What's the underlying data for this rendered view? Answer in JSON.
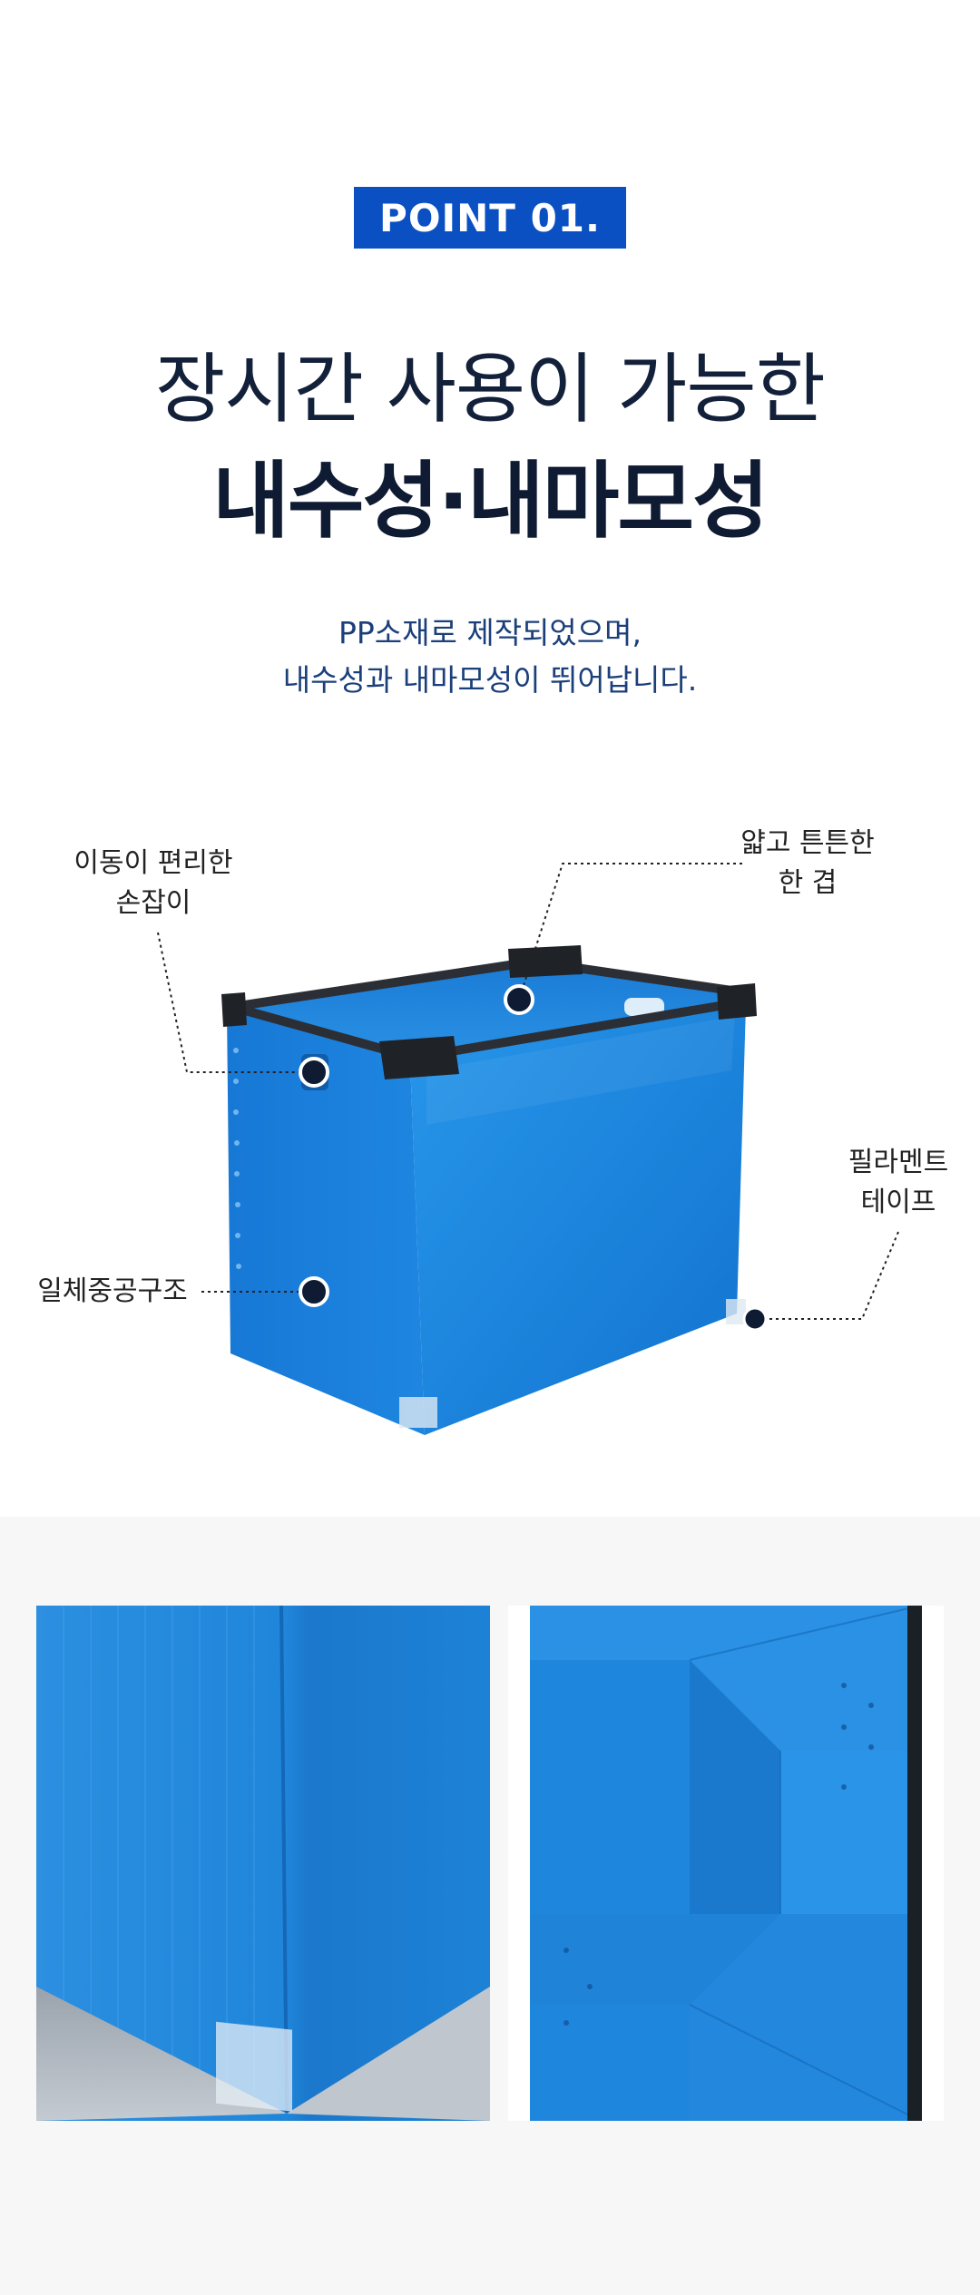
{
  "badge": {
    "label": "POINT 01."
  },
  "headline": {
    "line1": "장시간 사용이 가능한",
    "line2": "내수성·내마모성"
  },
  "subtitle": {
    "line1": "PP소재로 제작되었으며,",
    "line2": "내수성과 내마모성이 뛰어납니다."
  },
  "callouts": {
    "handle": {
      "line1": "이동이 편리한",
      "line2": "손잡이"
    },
    "thin": {
      "line1": "얇고 튼튼한",
      "line2": "한 겹"
    },
    "tape": {
      "line1": "필라멘트",
      "line2": "테이프"
    },
    "hollow": {
      "line1": "일체중공구조"
    }
  },
  "colors": {
    "accent": "#0a50c2",
    "box_blue": "#1e88dc",
    "frame": "#2b2f35",
    "bottom_bg": "#f7f7f7"
  }
}
